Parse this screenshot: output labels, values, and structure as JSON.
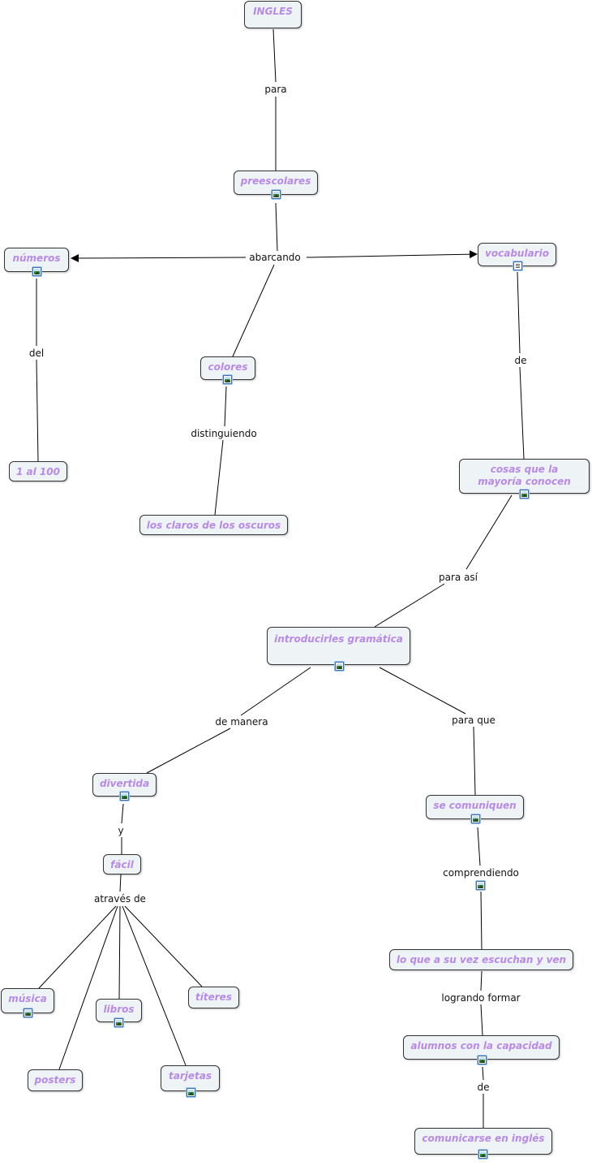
{
  "nodes": {
    "ingles": "INGLES",
    "preescolares": "preescolares",
    "numeros": "números",
    "vocabulario": "vocabulario",
    "colores": "colores",
    "uno_cien": "1 al 100",
    "claros": "los claros de los oscuros",
    "cosas": "cosas que la mayoría conocen",
    "gramatica": "introducirles gramática",
    "divertida": "divertida",
    "comuniquen": "se comuniquen",
    "facil": "fácil",
    "escuchan": "lo que a su vez escuchan y ven",
    "musica": "música",
    "libros": "libros",
    "titeres": "títeres",
    "alumnos": "alumnos con la capacidad",
    "posters": "posters",
    "tarjetas": "tarjetas",
    "comunicarse": "comunicarse en inglés"
  },
  "links": {
    "para": "para",
    "abarcando": "abarcando",
    "del": "del",
    "de1": "de",
    "distinguiendo": "distinguiendo",
    "para_asi": "para así",
    "de_manera": "de manera",
    "para_que": "para que",
    "y": "y",
    "comprendiendo": "comprendiendo",
    "traves": "através de",
    "logrando": "logrando formar",
    "de2": "de"
  },
  "icons": {
    "image": "image-icon",
    "document": "document-icon"
  },
  "colors": {
    "node_text": "#b88ae8",
    "node_fill": "#eef3f5",
    "link_line": "#000000"
  }
}
